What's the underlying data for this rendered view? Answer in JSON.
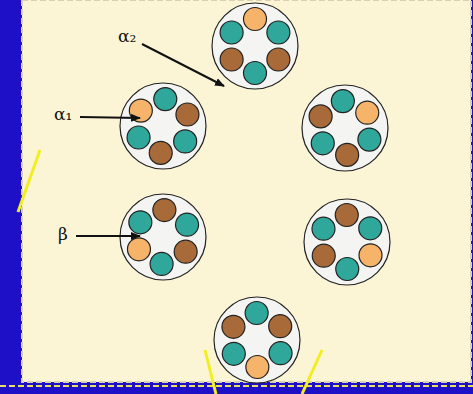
{
  "diagram": {
    "labels": [
      "α₂",
      "α₁",
      "β"
    ]
  }
}
